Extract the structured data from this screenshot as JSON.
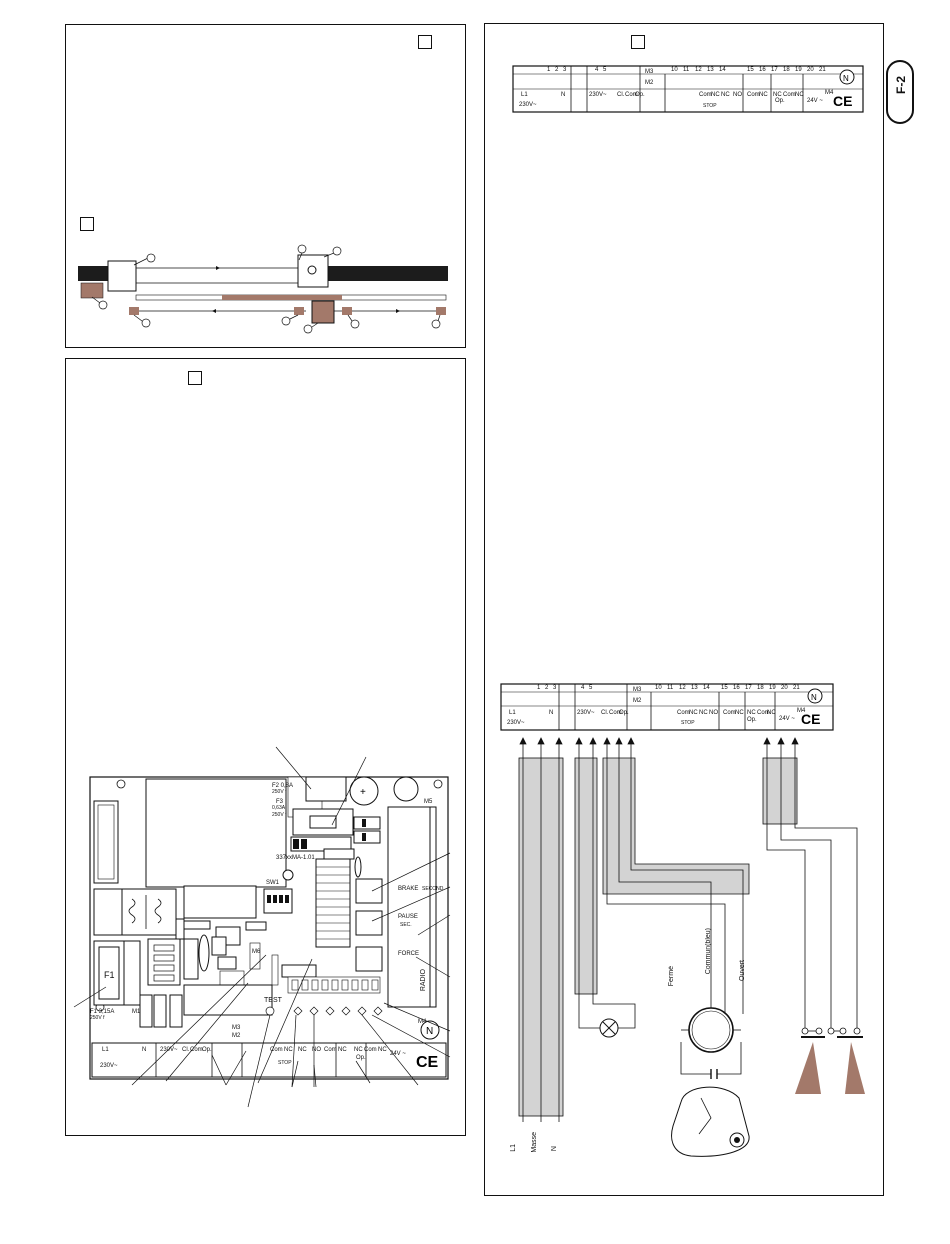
{
  "page_tab": "F-2",
  "board": {
    "fuse_f2": "F2 0,8A",
    "fuse_f2_rating": "250V f",
    "fuse_f3": "F3",
    "fuse_f3_a": "0,63A",
    "fuse_f3_rating": "250V f",
    "fuse_f1": "F1",
    "fuse_f1_label": "F1 3,15A",
    "fuse_f1_rating": "250V f",
    "chip": "337xxMA-1.01",
    "sw1": "SW1",
    "m6": "M6",
    "m5": "M5",
    "test": "TEST",
    "radio": "RADIO",
    "brake": "BRAKE",
    "second": "SECOND",
    "pause": "PAUSE",
    "sec": "SEC.",
    "force": "FORCE",
    "m1": "M1",
    "m2": "M2",
    "m3": "M3",
    "m4": "M4"
  },
  "terminal": {
    "numbers_a": [
      "1",
      "2",
      "3"
    ],
    "numbers_b": [
      "4",
      "5"
    ],
    "numbers_c": [
      "10",
      "11",
      "12",
      "13",
      "14",
      "15",
      "16",
      "17",
      "18",
      "19",
      "20",
      "21"
    ],
    "l1": "L1",
    "n": "N",
    "v230": "230V~",
    "cl": "Cl.",
    "com": "Com",
    "op": "Op.",
    "nc": "NC",
    "no": "NO",
    "stop": "STOP",
    "v24": "24V ~",
    "m3": "M3",
    "m2": "M2",
    "m4": "M4"
  },
  "wiring": {
    "l1": "L1",
    "masse": "Masse",
    "n": "N",
    "ferme": "Fermé",
    "commun": "Commun(bleu)",
    "ouvert": "Ouvert"
  },
  "colors": {
    "line": "#111111",
    "brown": "#a3796a",
    "cable": "#d3d3d3",
    "dark": "#1c1c1c"
  }
}
